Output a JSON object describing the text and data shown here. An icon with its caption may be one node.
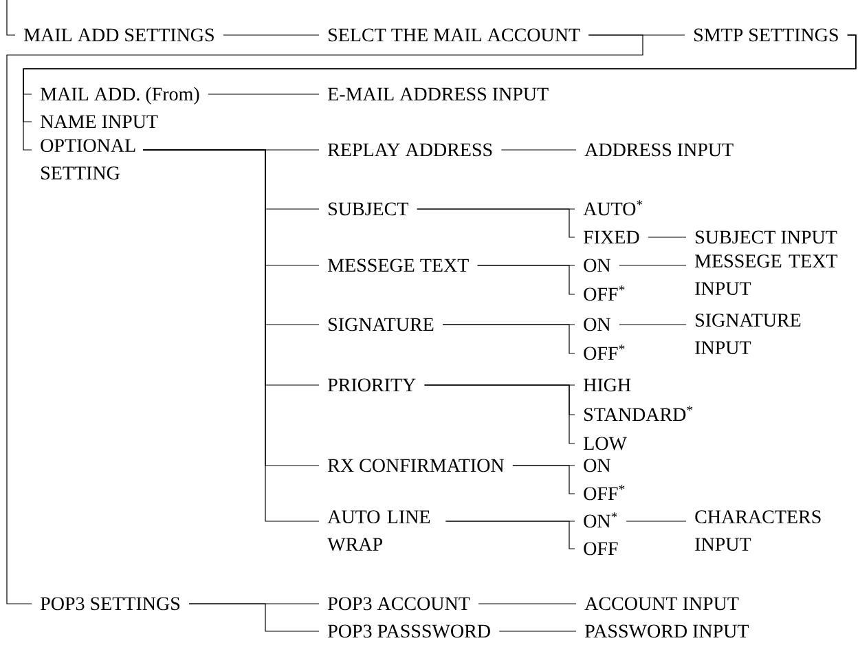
{
  "diagram": {
    "nodes": [
      {
        "text": [
          "MAIL ADD SETTINGS"
        ]
      },
      {
        "text": [
          "SELCT THE MAIL ACCOUNT"
        ]
      },
      {
        "text": [
          "SMTP SETTINGS"
        ]
      },
      {
        "text": [
          "MAIL ADD. (From)"
        ]
      },
      {
        "text": [
          "E-MAIL ADDRESS INPUT"
        ]
      },
      {
        "text": [
          "NAME INPUT"
        ]
      },
      {
        "text": [
          "OPTIONAL SETTING"
        ]
      },
      {
        "text": [
          "REPLAY ADDRESS"
        ]
      },
      {
        "text": [
          "ADDRESS INPUT"
        ]
      },
      {
        "text": [
          "SUBJECT"
        ]
      },
      {
        "text": [
          "AUTO$^{*}$"
        ]
      },
      {
        "text": [
          "FIXED"
        ]
      },
      {
        "text": [
          "SUBJECT INPUT"
        ]
      },
      {
        "text": [
          "MESSEGE TEXT"
        ]
      },
      {
        "text": [
          "ON"
        ]
      },
      {
        "text": [
          "OFF$^{*}$"
        ]
      },
      {
        "text": [
          "MESSEGE TEXT INPUT"
        ]
      },
      {
        "text": [
          "SIGNATURE"
        ]
      },
      {
        "text": [
          "ON"
        ]
      },
      {
        "text": [
          "OFF$^{*}$"
        ]
      },
      {
        "text": [
          "SIGNATURE INPUT"
        ]
      },
      {
        "text": [
          "PRIORITY"
        ]
      },
      {
        "text": [
          "HIGH"
        ]
      },
      {
        "text": [
          "STANDARD$^{*}$"
        ]
      },
      {
        "text": [
          "LOW"
        ]
      },
      {
        "text": [
          "RX CONFIRMATION"
        ]
      },
      {
        "text": [
          "ON"
        ]
      },
      {
        "text": [
          "OFF$^{*}$"
        ]
      },
      {
        "text": [
          "AUTO LINE WRAP"
        ]
      },
      {
        "text": [
          "ON$^{*}$"
        ]
      },
      {
        "text": [
          "OFF"
        ]
      },
      {
        "text": [
          "CHARACTERS INPUT"
        ]
      },
      {
        "text": [
          "POP3 SETTINGS"
        ]
      },
      {
        "text": [
          "POP3 ACCOUNT"
        ]
      },
      {
        "text": [
          "ACCOUNT INPUT"
        ]
      },
      {
        "text": [
          "POP3 PASSSWORD"
        ]
      },
      {
        "text": [
          "PASSWORD INPUT"
        ]
      }
    ],
    "edges": [
      {
        "from": null,
        "to": 0,
        "arrow": "none"
      },
      {
        "from": 0,
        "to": 1,
        "arrow": "none"
      },
      {
        "from": 1,
        "to": 2,
        "arrow": "none"
      },
      {
        "from": 1,
        "to": 32,
        "arrow": "none"
      },
      {
        "from": 2,
        "to": 3,
        "arrow": "none"
      },
      {
        "from": 2,
        "to": 5,
        "arrow": "none"
      },
      {
        "from": 2,
        "to": 6,
        "arrow": "none"
      },
      {
        "from": 3,
        "to": 4,
        "arrow": "none"
      },
      {
        "from": 6,
        "to": 7,
        "arrow": "none"
      },
      {
        "from": 6,
        "to": 9,
        "arrow": "none"
      },
      {
        "from": 6,
        "to": 13,
        "arrow": "none"
      },
      {
        "from": 6,
        "to": 17,
        "arrow": "none"
      },
      {
        "from": 6,
        "to": 21,
        "arrow": "none"
      },
      {
        "from": 6,
        "to": 25,
        "arrow": "none"
      },
      {
        "from": 6,
        "to": 28,
        "arrow": "none"
      },
      {
        "from": 7,
        "to": 8,
        "arrow": "none"
      },
      {
        "from": 9,
        "to": 10,
        "arrow": "none"
      },
      {
        "from": 9,
        "to": 11,
        "arrow": "none"
      },
      {
        "from": 11,
        "to": 12,
        "arrow": "none"
      },
      {
        "from": 13,
        "to": 14,
        "arrow": "none"
      },
      {
        "from": 13,
        "to": 15,
        "arrow": "none"
      },
      {
        "from": 14,
        "to": 16,
        "arrow": "none"
      },
      {
        "from": 17,
        "to": 18,
        "arrow": "none"
      },
      {
        "from": 17,
        "to": 19,
        "arrow": "none"
      },
      {
        "from": 18,
        "to": 20,
        "arrow": "none"
      },
      {
        "from": 21,
        "to": 22,
        "arrow": "none"
      },
      {
        "from": 21,
        "to": 23,
        "arrow": "none"
      },
      {
        "from": 21,
        "to": 24,
        "arrow": "none"
      },
      {
        "from": 25,
        "to": 26,
        "arrow": "none"
      },
      {
        "from": 25,
        "to": 27,
        "arrow": "none"
      },
      {
        "from": 28,
        "to": 29,
        "arrow": "none"
      },
      {
        "from": 28,
        "to": 30,
        "arrow": "none"
      },
      {
        "from": 29,
        "to": 31,
        "arrow": "none"
      },
      {
        "from": 32,
        "to": 33,
        "arrow": "none"
      },
      {
        "from": 32,
        "to": 35,
        "arrow": "none"
      },
      {
        "from": 33,
        "to": 34,
        "arrow": "none"
      },
      {
        "from": 35,
        "to": 36,
        "arrow": "none"
      }
    ]
  }
}
